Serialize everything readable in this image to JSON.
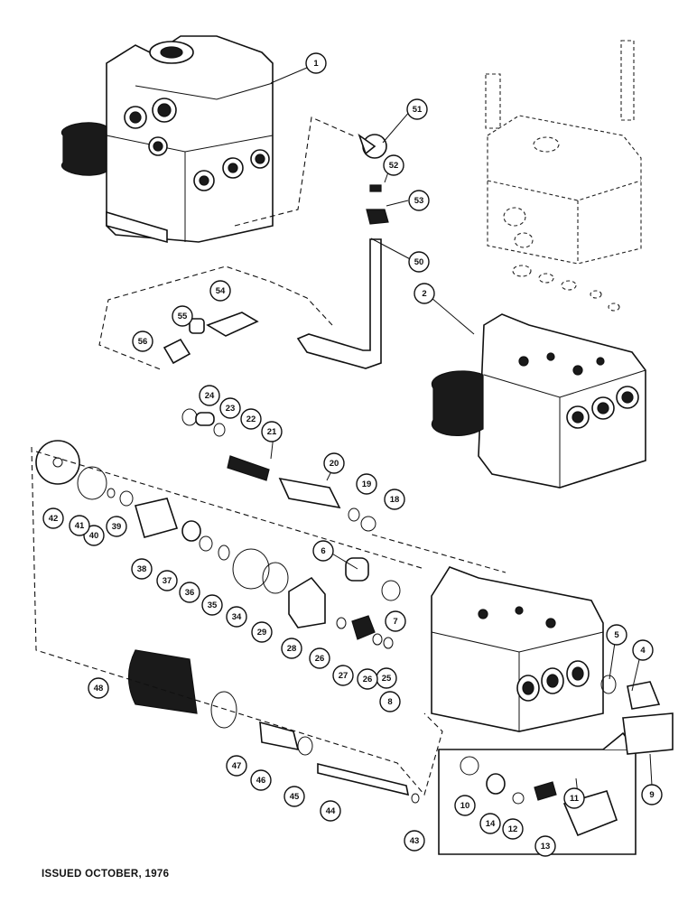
{
  "footer": {
    "issued": "ISSUED OCTOBER, 1976"
  },
  "callouts": [
    {
      "id": "1",
      "label": "1"
    },
    {
      "id": "2",
      "label": "2"
    },
    {
      "id": "4",
      "label": "4"
    },
    {
      "id": "5",
      "label": "5"
    },
    {
      "id": "6",
      "label": "6"
    },
    {
      "id": "7",
      "label": "7"
    },
    {
      "id": "8",
      "label": "8"
    },
    {
      "id": "9",
      "label": "9"
    },
    {
      "id": "10",
      "label": "10"
    },
    {
      "id": "11",
      "label": "11"
    },
    {
      "id": "12",
      "label": "12"
    },
    {
      "id": "13",
      "label": "13"
    },
    {
      "id": "14",
      "label": "14"
    },
    {
      "id": "18",
      "label": "18"
    },
    {
      "id": "19",
      "label": "19"
    },
    {
      "id": "20",
      "label": "20"
    },
    {
      "id": "21",
      "label": "21"
    },
    {
      "id": "22",
      "label": "22"
    },
    {
      "id": "23",
      "label": "23"
    },
    {
      "id": "24",
      "label": "24"
    },
    {
      "id": "25",
      "label": "25"
    },
    {
      "id": "26a",
      "label": "26"
    },
    {
      "id": "26b",
      "label": "26"
    },
    {
      "id": "27",
      "label": "27"
    },
    {
      "id": "28",
      "label": "28"
    },
    {
      "id": "29",
      "label": "29"
    },
    {
      "id": "34",
      "label": "34"
    },
    {
      "id": "35",
      "label": "35"
    },
    {
      "id": "36",
      "label": "36"
    },
    {
      "id": "37",
      "label": "37"
    },
    {
      "id": "38",
      "label": "38"
    },
    {
      "id": "39",
      "label": "39"
    },
    {
      "id": "40",
      "label": "40"
    },
    {
      "id": "41",
      "label": "41"
    },
    {
      "id": "42",
      "label": "42"
    },
    {
      "id": "43",
      "label": "43"
    },
    {
      "id": "44",
      "label": "44"
    },
    {
      "id": "45",
      "label": "45"
    },
    {
      "id": "46",
      "label": "46"
    },
    {
      "id": "47",
      "label": "47"
    },
    {
      "id": "48",
      "label": "48"
    },
    {
      "id": "50",
      "label": "50"
    },
    {
      "id": "51",
      "label": "51"
    },
    {
      "id": "52",
      "label": "52"
    },
    {
      "id": "53",
      "label": "53"
    },
    {
      "id": "54",
      "label": "54"
    },
    {
      "id": "55",
      "label": "55"
    },
    {
      "id": "56",
      "label": "56"
    }
  ]
}
